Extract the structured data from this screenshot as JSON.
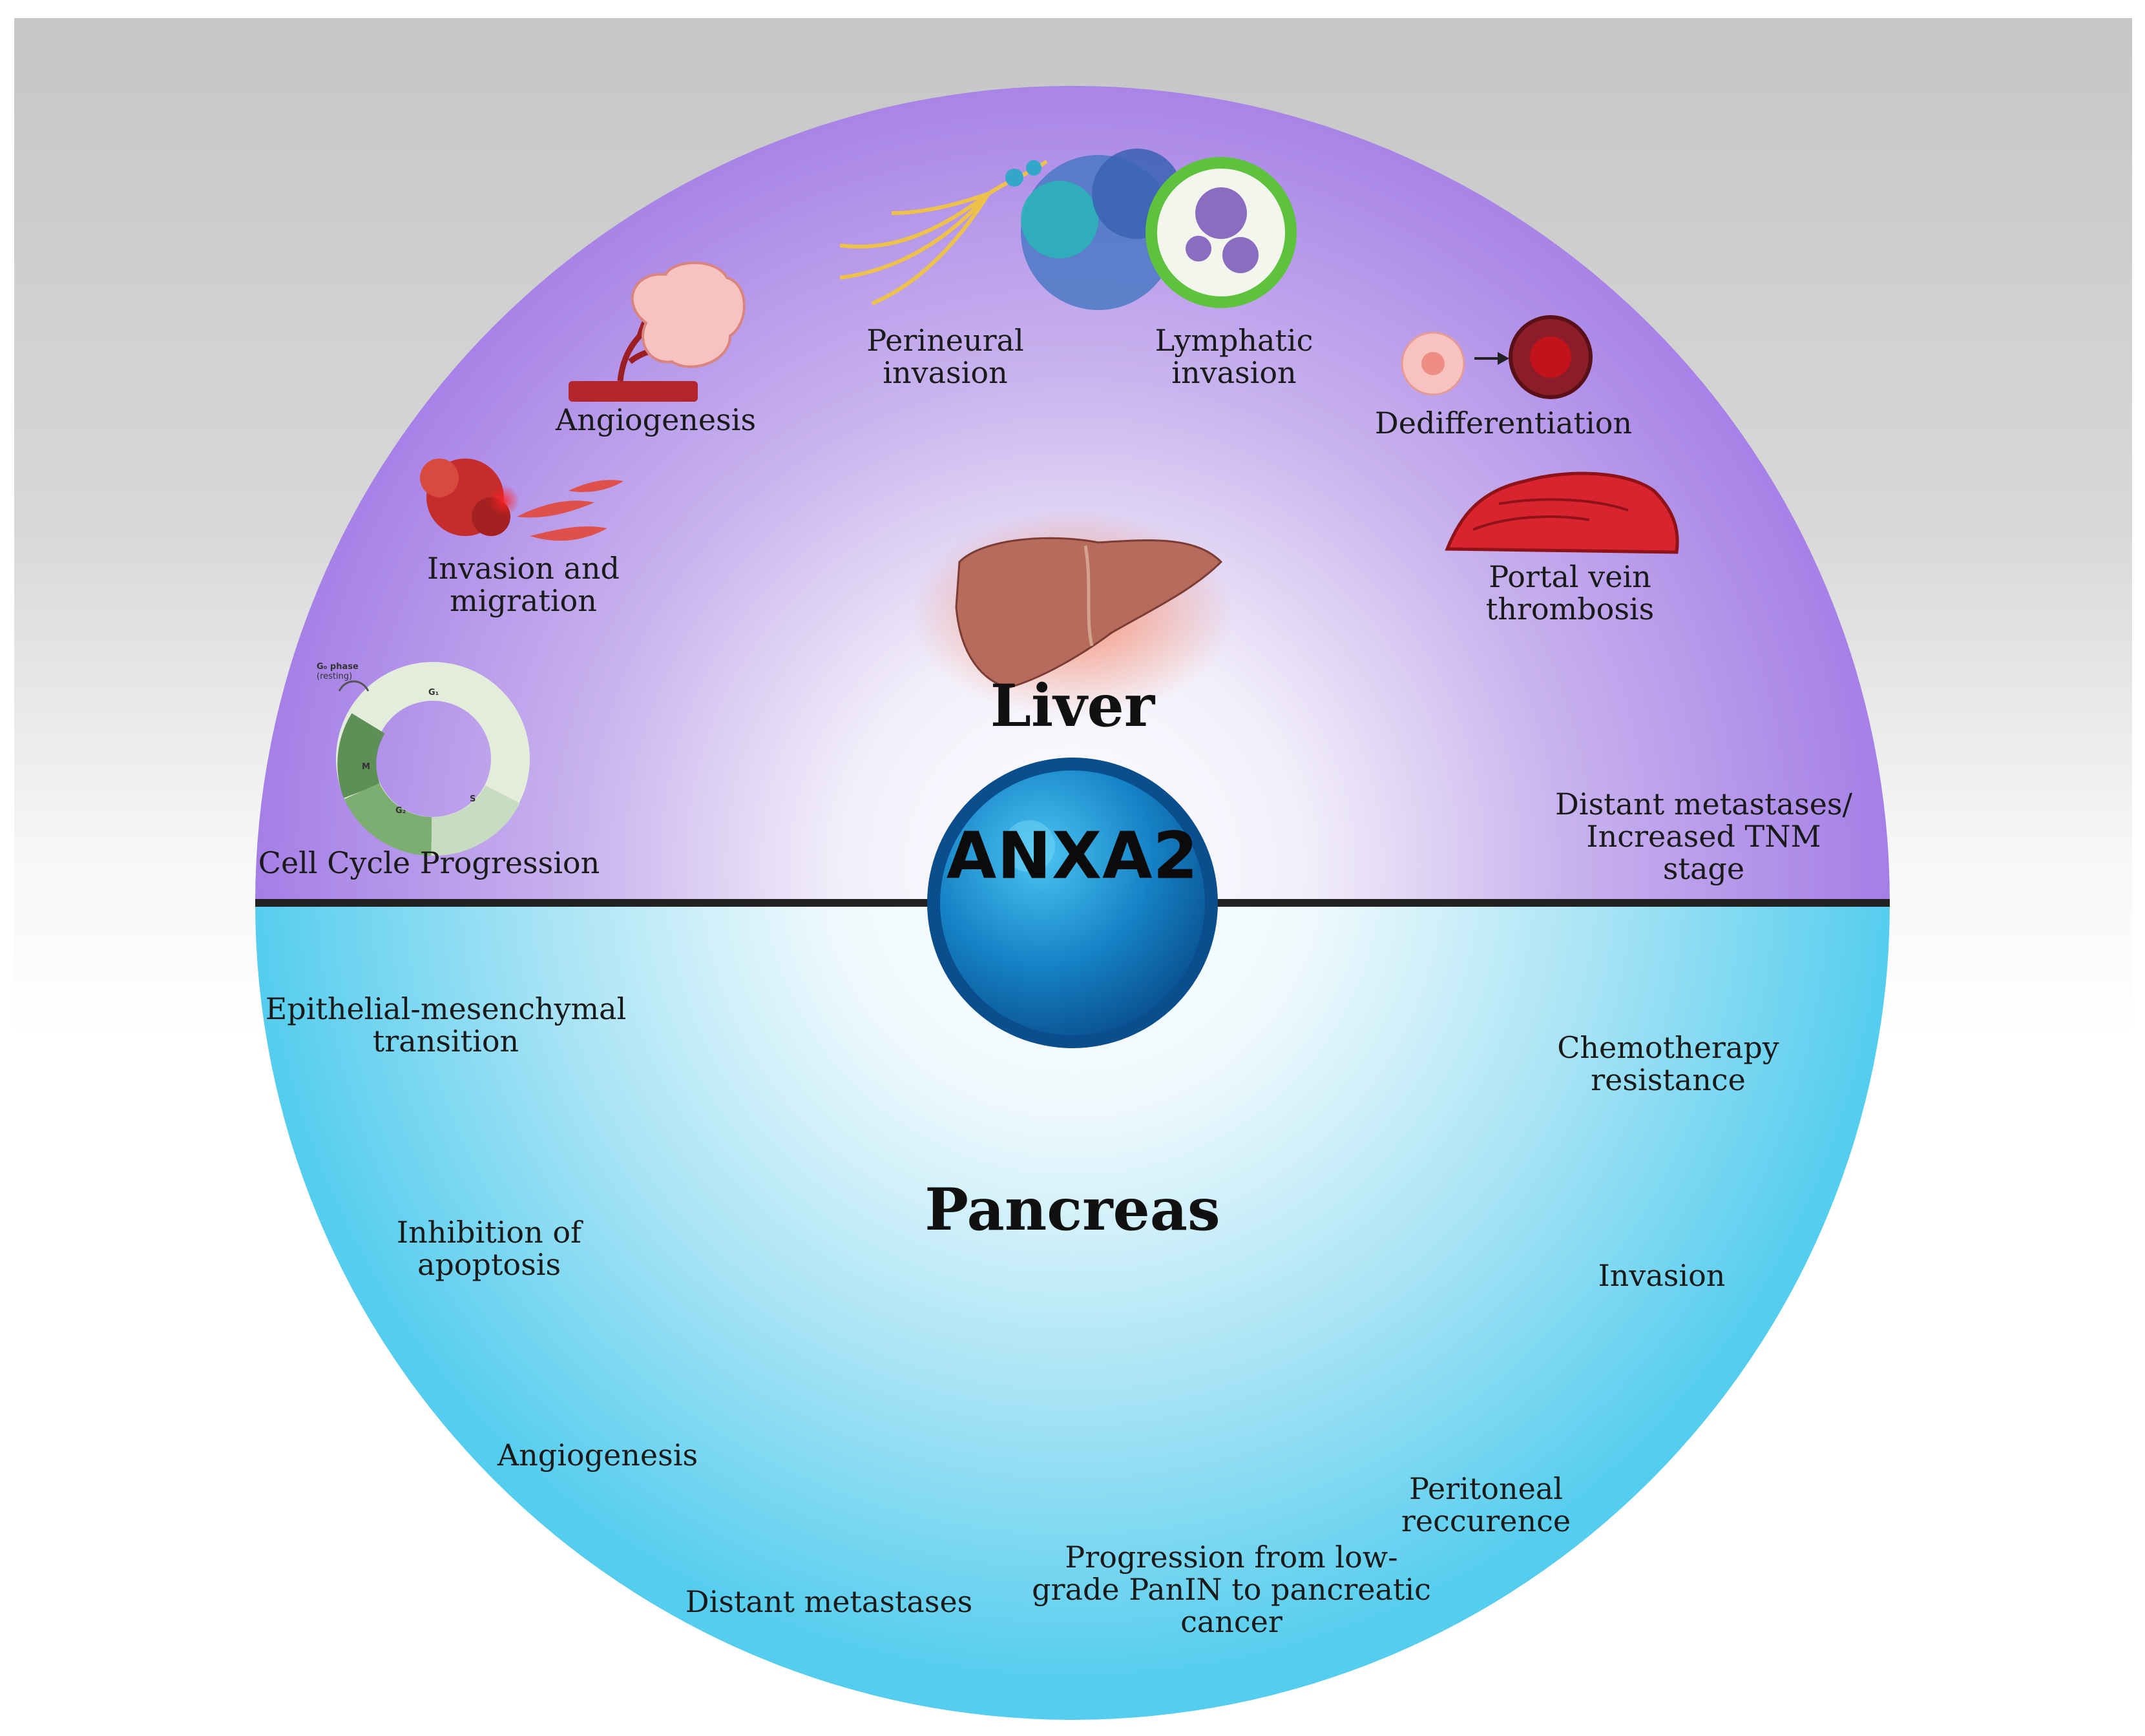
{
  "center": {
    "label": "ANXA2"
  },
  "liver": {
    "title": "Liver",
    "features": {
      "angiogenesis": "Angiogenesis",
      "perineural": "Perineural\ninvasion",
      "lymphatic": "Lymphatic\ninvasion",
      "dedifferentiation": "Dedifferentiation",
      "invasion_migration": "Invasion and\nmigration",
      "portal_vein": "Portal vein\nthrombosis",
      "cell_cycle": "Cell Cycle Progression",
      "distant_metastases_tnm": "Distant metastases/\nIncreased TNM\nstage"
    },
    "cell_cycle_phases": {
      "g0": "G₀ phase",
      "g0_sub": "(resting)",
      "g1": "G₁",
      "s": "S",
      "g2": "G₂",
      "m": "M"
    }
  },
  "pancreas": {
    "title": "Pancreas",
    "features": {
      "emt": "Epithelial-mesenchymal\ntransition",
      "chemo": "Chemotherapy\nresistance",
      "apoptosis": "Inhibition of\napoptosis",
      "invasion": "Invasion",
      "angiogenesis": "Angiogenesis",
      "peritoneal": "Peritoneal\nreccurence",
      "distant_metastases": "Distant metastases",
      "panin": "Progression from low-\ngrade PanIN to pancreatic\ncancer"
    }
  },
  "colors": {
    "liver_half": "#a47ee6",
    "pancreas_half": "#55cdee",
    "anxa2_ball": "#1583c6",
    "divider": "#222222",
    "tumor": "#f6c3c0",
    "vessel": "#b3262b"
  }
}
